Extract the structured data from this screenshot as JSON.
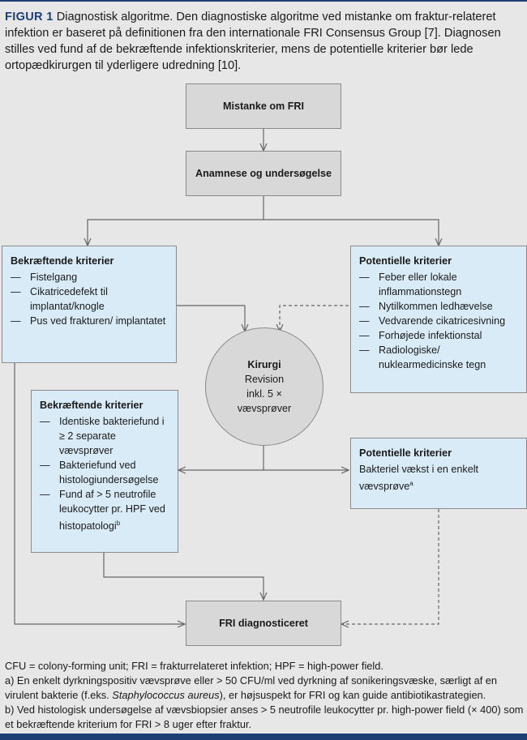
{
  "caption": {
    "label": "FIGUR 1",
    "text": " Diagnostisk algoritme. Den diagnostiske algoritme ved mistanke om fraktur-relateret infektion er baseret på definitionen fra den internationale FRI Consensus Group [7]. Diagnosen stilles ved fund af de bekræftende infektionskriterier, mens de potentielle kriterier bør lede ortopædkirurgen til yderligere udredning [10]."
  },
  "nodes": {
    "suspicion": "Mistanke om FRI",
    "history": "Anamnese og undersøgelse",
    "confirm1": {
      "title": "Bekræftende kriterier",
      "items": [
        "Fistelgang",
        "Cikatricedefekt til implantat/knogle",
        "Pus ved frakturen/ implantatet"
      ]
    },
    "potential1": {
      "title": "Potentielle kriterier",
      "items": [
        "Feber eller lokale inflammationstegn",
        "Nytilkommen ledhævelse",
        "Vedvarende cikatricesivning",
        "Forhøjede infektionstal",
        "Radiologiske/ nuklearmedicinske tegn"
      ]
    },
    "surgery": {
      "title": "Kirurgi",
      "line1": "Revision",
      "line2": "inkl. 5 ×",
      "line3": "vævsprøver"
    },
    "confirm2": {
      "title": "Bekræftende kriterier",
      "items": [
        "Identiske bakteriefund i ≥ 2 separate vævsprøver",
        "Bakteriefund ved histologiundersøgelse",
        "Fund af > 5 neutrofile leukocytter pr. HPF ved histopatologi"
      ],
      "superscript": "b"
    },
    "potential2": {
      "title": "Potentielle kriterier",
      "text": "Bakteriel vækst i en enkelt vævsprøve",
      "superscript": "a"
    },
    "diagnosed": "FRI diagnosticeret"
  },
  "footnotes": {
    "abbrev": "CFU = colony-forming unit; FRI = frakturrelateret infektion; HPF = high-power field.",
    "a_pre": "a) En enkelt dyrkningspositiv vævsprøve eller > 50 CFU/ml ved dyrkning af sonikeringsvæske, særligt af en virulent bakterie (f.eks. ",
    "a_italic": "Staphylococcus aureus",
    "a_post": "), er højsuspekt for FRI og kan guide antibiotikastrategien.",
    "b": "b) Ved histologisk undersøgelse af vævsbiopsier anses > 5 neutrofile leukocytter pr. high-power field (× 400) som et bekræftende kriterium for FRI > 8 uger efter fraktur."
  },
  "colors": {
    "brand": "#1d3f73",
    "background": "#e7e7e7",
    "grey_box": "#d8d8d8",
    "blue_box": "#d8ebf7",
    "line": "#666666"
  }
}
